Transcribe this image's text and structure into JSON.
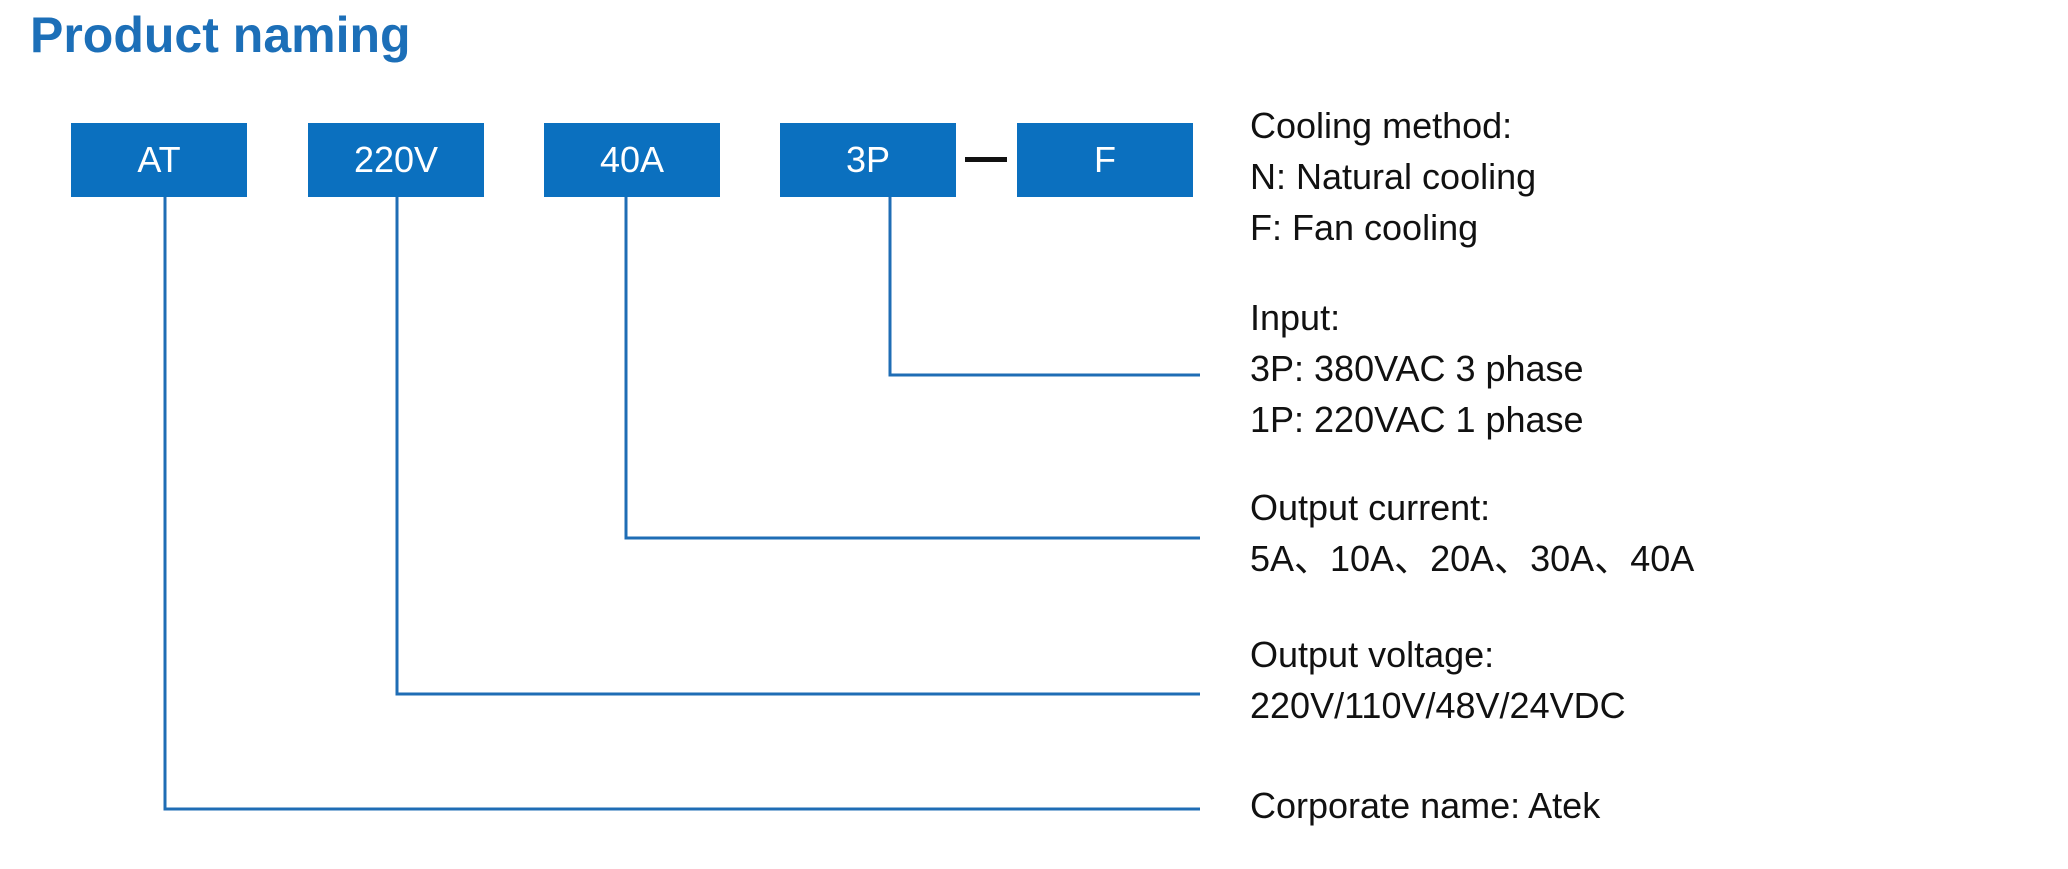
{
  "title": "Product naming",
  "code": {
    "segments": [
      "AT",
      "220V",
      "40A",
      "3P",
      "F"
    ],
    "separator": "—"
  },
  "descriptions": {
    "cooling": {
      "heading": "Cooling method:",
      "lines": [
        "N: Natural cooling",
        "F: Fan cooling"
      ]
    },
    "input": {
      "heading": "Input:",
      "lines": [
        "3P: 380VAC 3 phase",
        "1P: 220VAC 1 phase"
      ]
    },
    "output_current": {
      "heading": "Output current:",
      "lines": [
        "5A、10A、20A、30A、40A"
      ]
    },
    "output_voltage": {
      "heading": "Output voltage:",
      "lines": [
        "220V/110V/48V/24VDC"
      ]
    },
    "corporate": {
      "heading": "Corporate name: Atek",
      "lines": []
    }
  },
  "colors": {
    "accent": "#0b70bf",
    "title": "#1c6fb8",
    "connector": "#1f6db5",
    "text": "#111111"
  }
}
